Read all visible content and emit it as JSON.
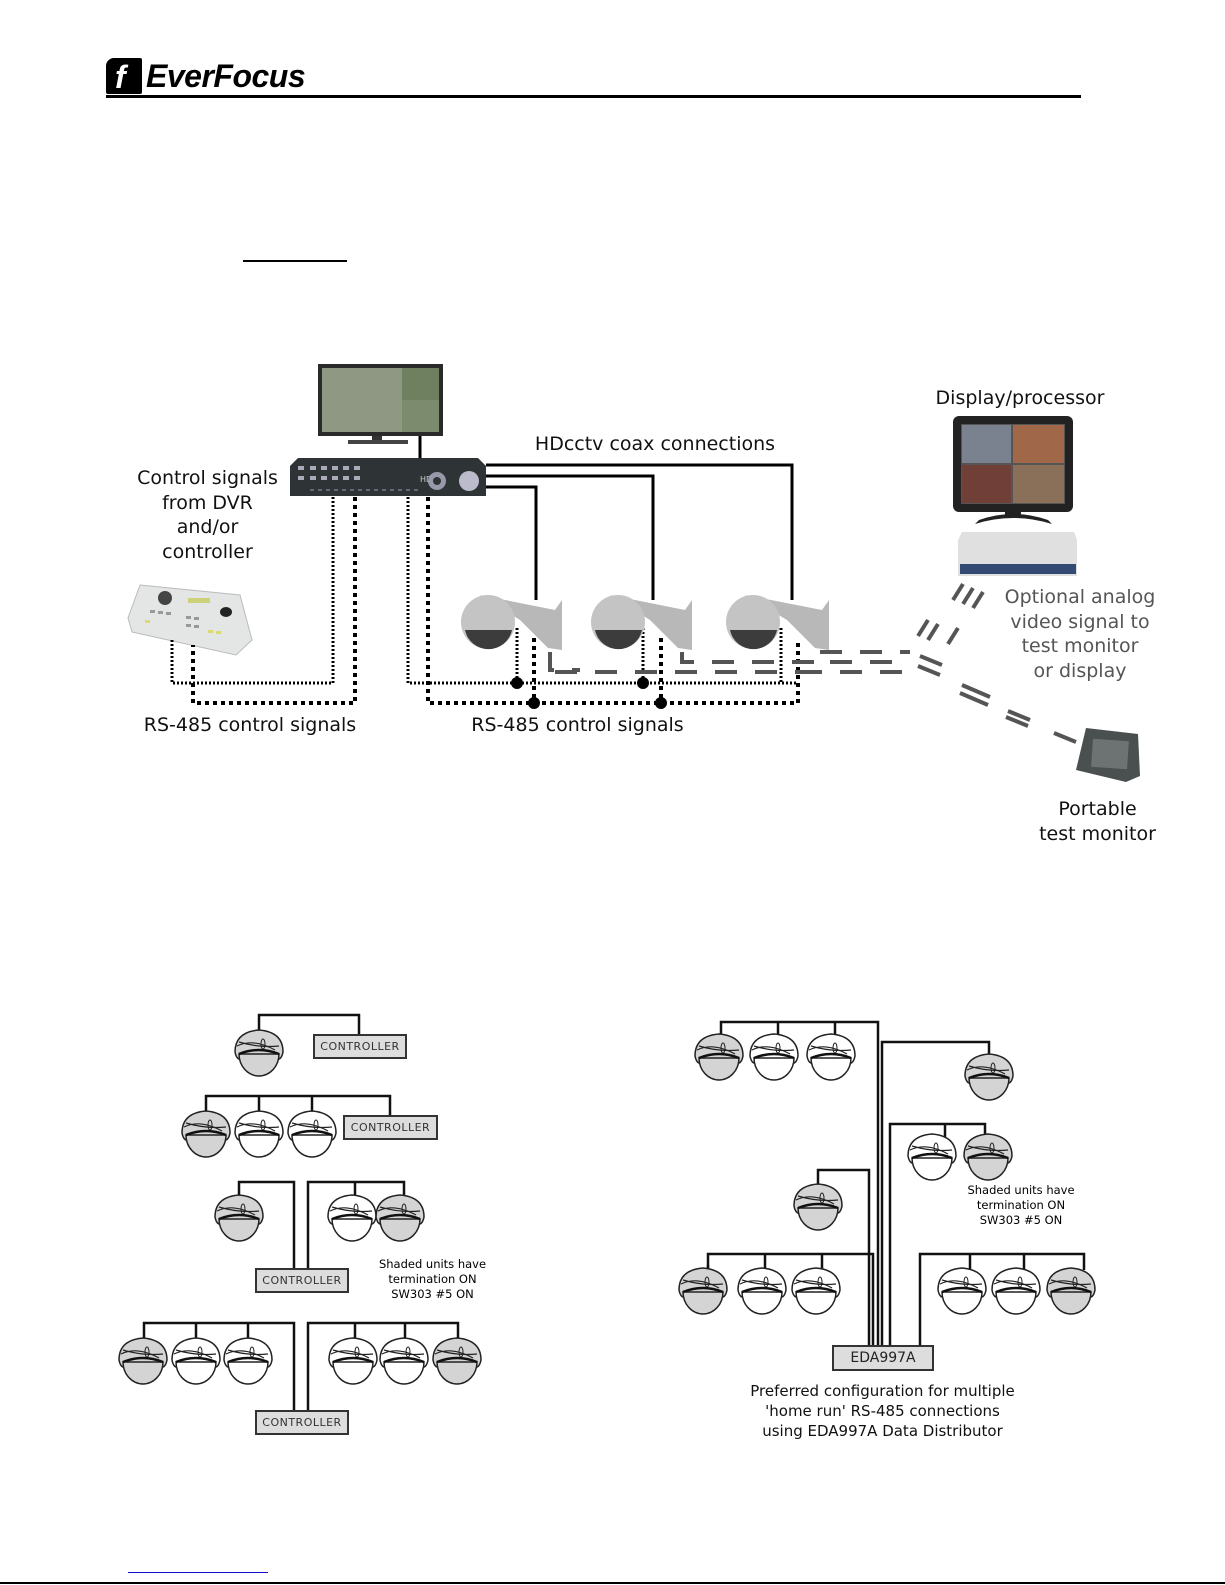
{
  "header": {
    "logo_mark": "f",
    "brand": "EverFocus"
  },
  "diagram_top": {
    "labels": {
      "control_signals": "Control signals\nfrom DVR\nand/or\ncontroller",
      "coax": "HDcctv coax connections",
      "display_processor": "Display/processor",
      "optional_analog": "Optional analog\nvideo signal to\ntest monitor\nor display",
      "rs485_left": "RS-485 control signals",
      "rs485_center": "RS-485 control signals",
      "portable_monitor": "Portable\ntest monitor"
    },
    "devices": [
      "monitor",
      "dvr",
      "keyboard-controller",
      "ptz-camera-1",
      "ptz-camera-2",
      "ptz-camera-3",
      "display-monitor",
      "processor-box",
      "portable-test-monitor"
    ]
  },
  "diagram_left": {
    "controller_label": "CONTROLLER",
    "note": "Shaded units have\ntermination ON\nSW303 #5 ON",
    "configs": [
      {
        "cameras_left": [
          true
        ],
        "cameras_right": []
      },
      {
        "cameras_left": [
          true,
          false,
          false
        ],
        "cameras_right": []
      },
      {
        "cameras_left": [
          true
        ],
        "cameras_right": [
          false,
          true
        ]
      },
      {
        "cameras_left": [
          true,
          false,
          false
        ],
        "cameras_right": [
          false,
          false,
          true
        ]
      }
    ]
  },
  "diagram_right": {
    "distributor_label": "EDA997A",
    "note": "Shaded units have\ntermination ON\nSW303 #5 ON",
    "caption": "Preferred configuration for multiple\n'home run' RS-485 connections\nusing EDA997A Data Distributor"
  },
  "colors": {
    "rule": "#000000",
    "footer_link": "#1010cc",
    "shaded_camera": "#d4d4d4",
    "box_fill": "#dddddd",
    "analog_dash": "#555555"
  }
}
